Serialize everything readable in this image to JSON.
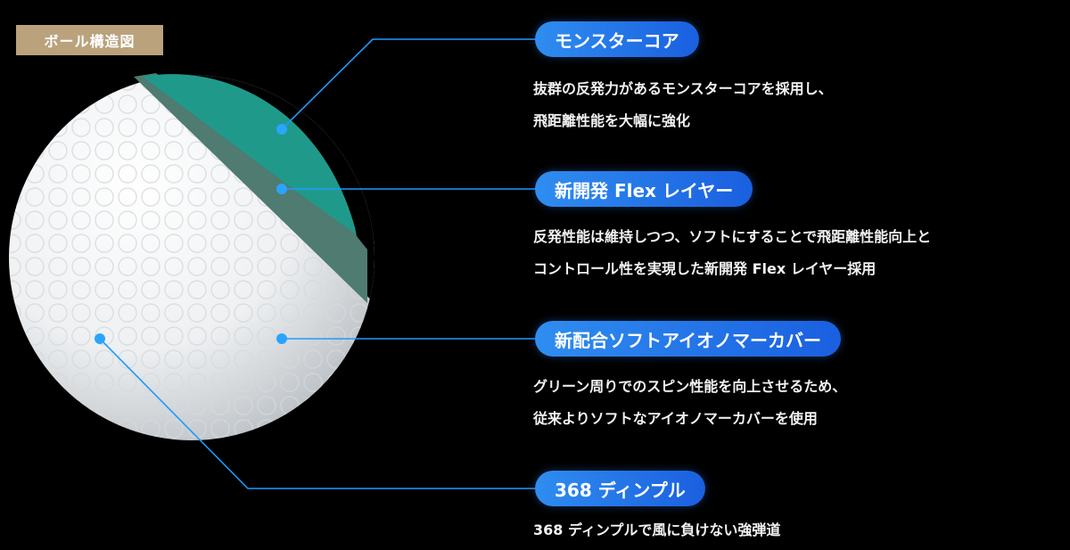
{
  "tag": {
    "label": "ボール構造図"
  },
  "colors": {
    "background": "#000000",
    "tag_bg": "#b9a27c",
    "pill_blue": "#1f6fe8",
    "connector": "#1e9bff",
    "core": "#1f9a8a",
    "mid_layer": "#4d7a70"
  },
  "features": [
    {
      "title": "モンスターコア",
      "lines": [
        "抜群の反発力があるモンスターコアを採用し、",
        "飛距離性能を大幅に強化"
      ]
    },
    {
      "title": "新開発 Flex レイヤー",
      "lines": [
        "反発性能は維持しつつ、ソフトにすることで飛距離性能向上と",
        "コントロール性を実現した新開発 Flex レイヤー採用"
      ]
    },
    {
      "title": "新配合ソフトアイオノマーカバー",
      "lines": [
        "グリーン周りでのスピン性能を向上させるため、",
        "従来よりソフトなアイオノマーカバーを使用"
      ]
    },
    {
      "title": "368 ディンプル",
      "lines": [
        "368 ディンプルで風に負けない強弾道"
      ]
    }
  ]
}
